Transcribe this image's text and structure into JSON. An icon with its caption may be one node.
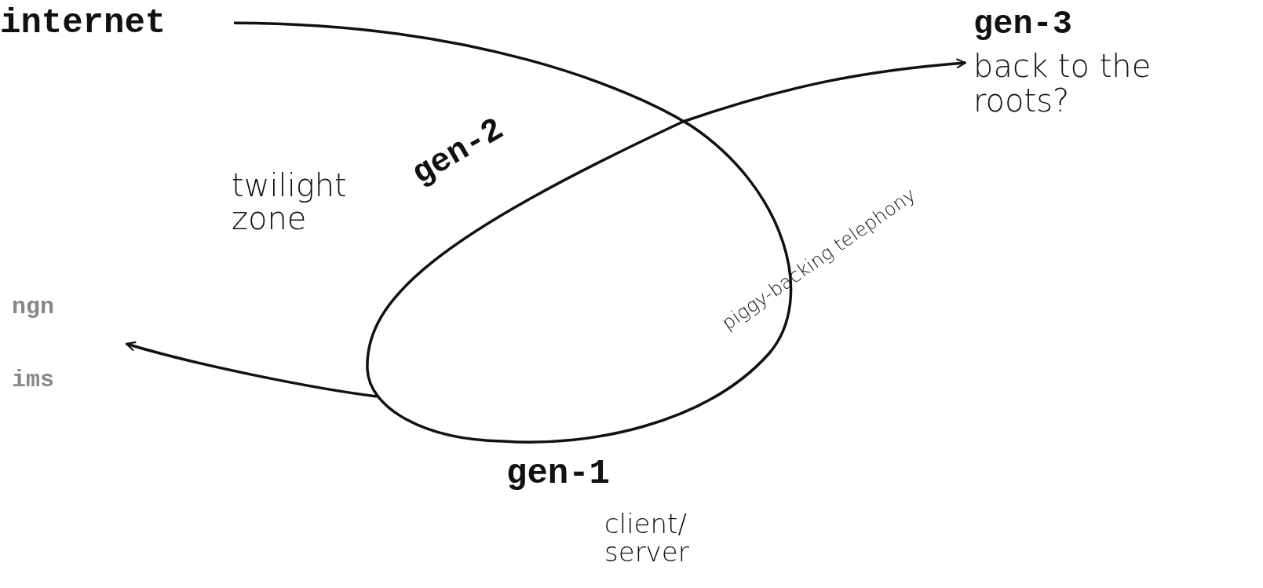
{
  "diagram": {
    "nodes": [
      {
        "text": [
          "internet"
        ]
      },
      {
        "text": [
          "gen-3",
          "back to the roots?"
        ]
      },
      {
        "text": [
          "ngn",
          "ims"
        ]
      }
    ],
    "edges": [
      {
        "from": 0,
        "to": 1,
        "arrow": "to"
      },
      {
        "from": null,
        "to": 2,
        "arrow": "to"
      }
    ],
    "labels": [
      "twilight zone",
      "gen-2",
      "piggy-backing telephony",
      "gen-1",
      "client/ server"
    ]
  }
}
